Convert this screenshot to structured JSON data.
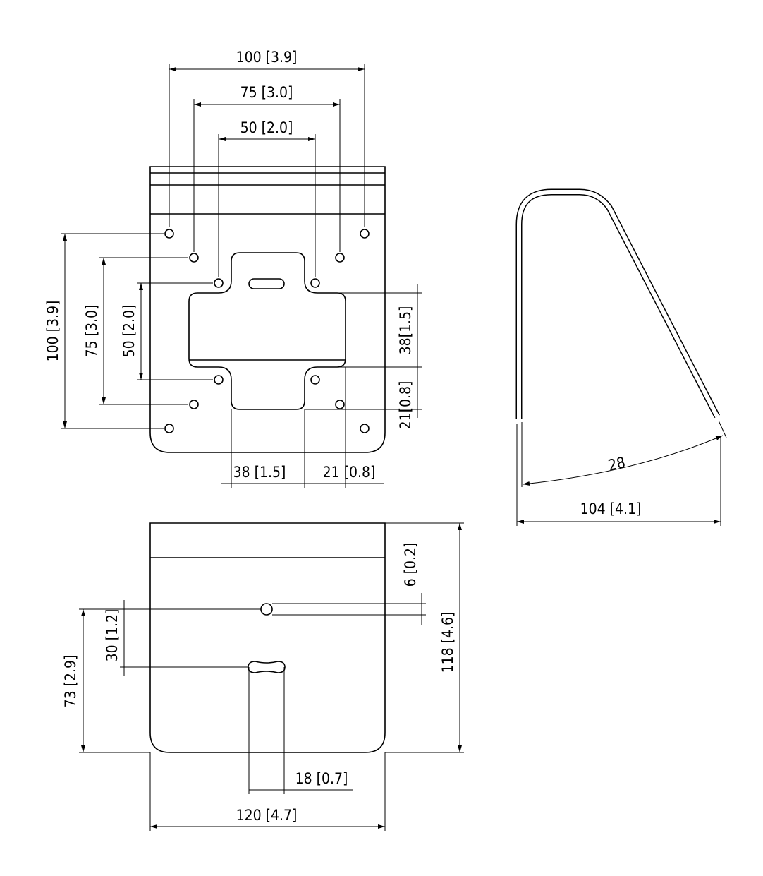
{
  "front_view": {
    "dim_h_100": "100  [3.9]",
    "dim_h_75": "75 [3.0]",
    "dim_h_50": "50 [2.0]",
    "dim_v_100": "100  [3.9]",
    "dim_v_75": "75  [3.0]",
    "dim_v_50": "50  [2.0]",
    "dim_cut_38_v": "38[1.5]",
    "dim_cut_21_v": "21[0.8]",
    "dim_cut_38_h": "38  [1.5]",
    "dim_cut_21_h": "21  [0.8]"
  },
  "side_view": {
    "angle": "28",
    "depth": "104  [4.1]"
  },
  "back_view": {
    "dim_6": "6 [0.2]",
    "dim_118": "118  [4.6]",
    "dim_73": "73  [2.9]",
    "dim_30": "30  [1.2]",
    "dim_18": "18  [0.7]",
    "dim_120": "120  [4.7]"
  },
  "colors": {
    "line": "#000000",
    "background": "#ffffff"
  }
}
